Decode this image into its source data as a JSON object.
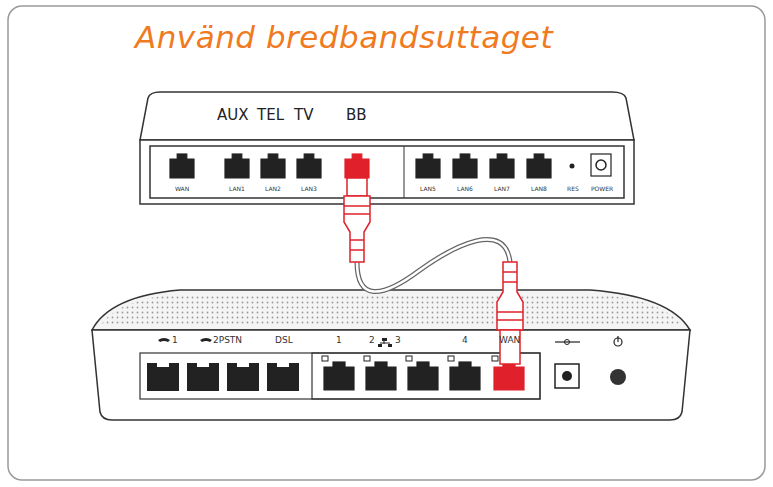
{
  "diagram": {
    "title": "Använd bredbandsuttaget",
    "labels": [
      "AUX",
      "TEL",
      "TV",
      "BB",
      "WAN",
      "LAN1",
      "LAN2",
      "LAN3",
      "LAN5",
      "LAN6",
      "LAN7",
      "LAN8",
      "RES",
      "POWER",
      "1",
      "2PSTN",
      "DSL",
      "1",
      "2",
      "3",
      "4",
      "WAN"
    ]
  }
}
